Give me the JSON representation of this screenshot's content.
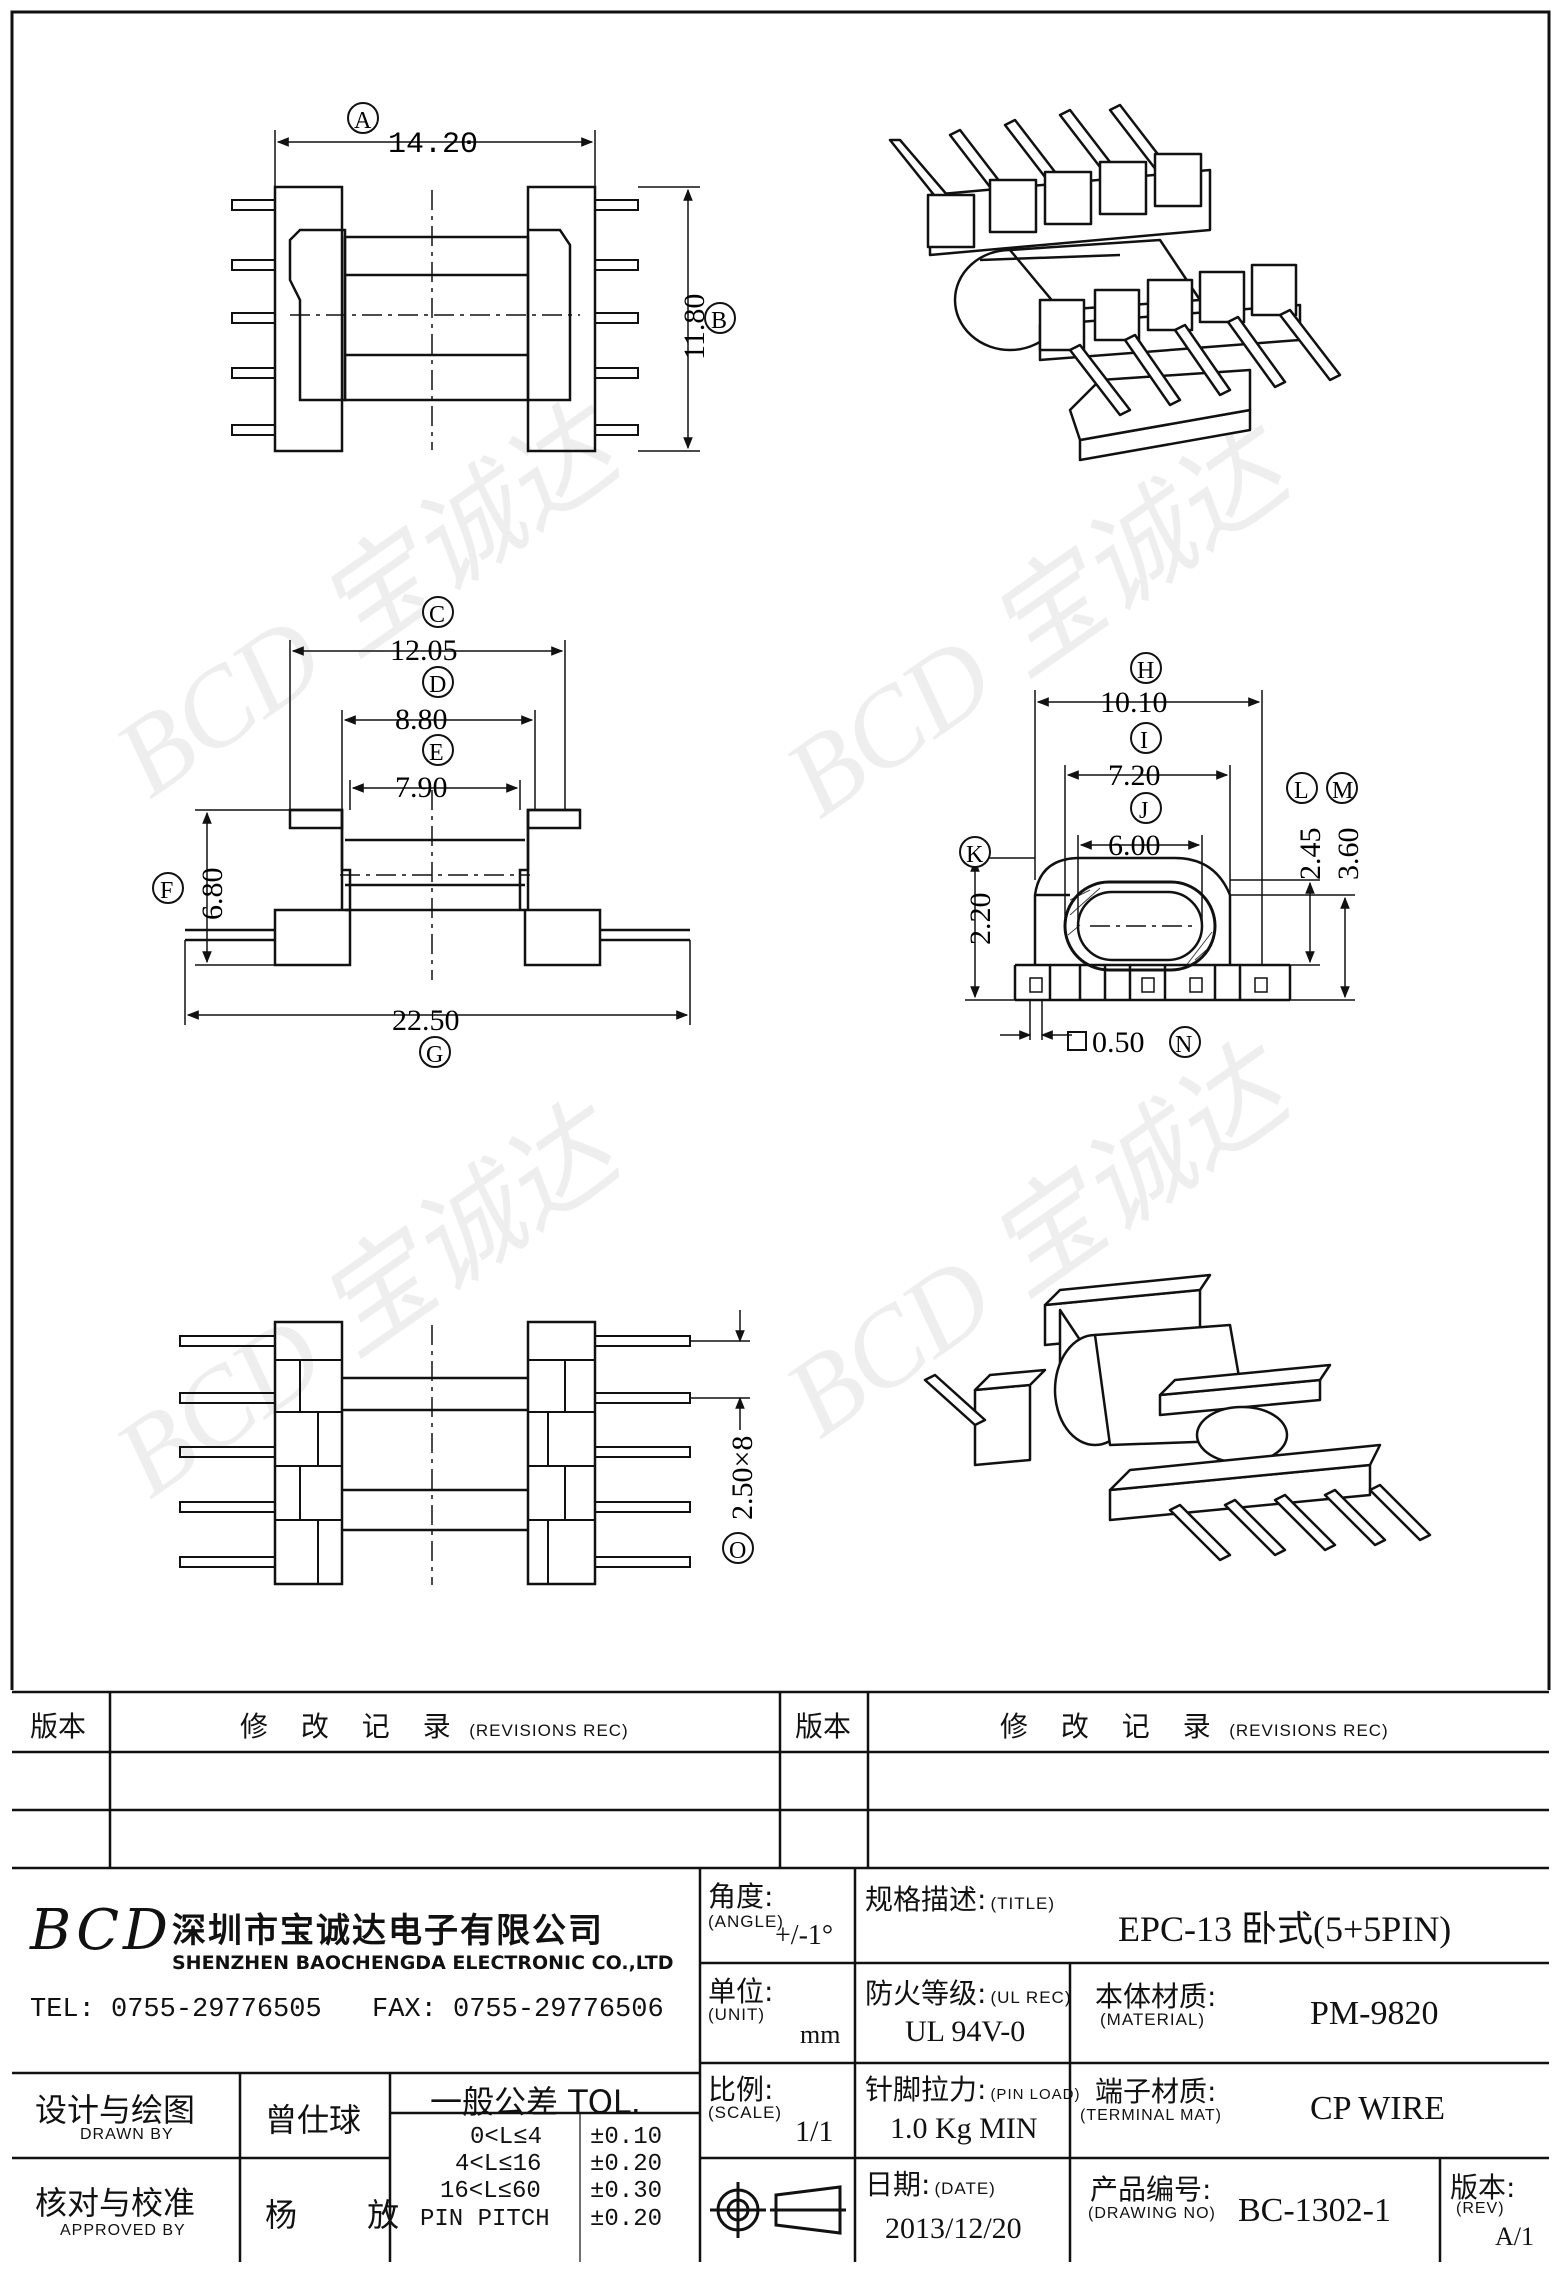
{
  "dimensions": {
    "A": "14.20",
    "B": "11.80",
    "C": "12.05",
    "D": "8.80",
    "E": "7.90",
    "F": "6.80",
    "G": "22.50",
    "H": "10.10",
    "I": "7.20",
    "J": "6.00",
    "K": "2.20",
    "L": "2.45",
    "M": "3.60",
    "N": "0.50",
    "O": "2.50×8"
  },
  "letters": [
    "A",
    "B",
    "C",
    "D",
    "E",
    "F",
    "G",
    "H",
    "I",
    "J",
    "K",
    "L",
    "M",
    "N",
    "O"
  ],
  "watermark": "BCD 宝诚达",
  "revisions": {
    "col_version": "版本",
    "col_record": "修 改 记 录",
    "col_record_en": "(REVISIONS REC)"
  },
  "company": {
    "logo": "BCD",
    "name_cn": "深圳市宝诚达电子有限公司",
    "name_en": "SHENZHEN BAOCHENGDA ELECTRONIC CO.,LTD",
    "tel": "TEL: 0755-29776505",
    "fax": "FAX: 0755-29776506"
  },
  "angle": {
    "label": "角度:",
    "label_en": "(ANGLE)",
    "value": "+/-1°"
  },
  "title": {
    "label": "规格描述:",
    "label_en": "(TITLE)",
    "value": "EPC-13 卧式(5+5PIN)"
  },
  "unit": {
    "label": "单位:",
    "label_en": "(UNIT)",
    "value": "mm"
  },
  "ul": {
    "label": "防火等级:",
    "label_en": "(UL REC)",
    "value": "UL 94V-0"
  },
  "material": {
    "label": "本体材质:",
    "label_en": "(MATERIAL)",
    "value": "PM-9820"
  },
  "drawn": {
    "label": "设计与绘图",
    "label_en": "DRAWN BY",
    "name": "曾仕球"
  },
  "tolerance": {
    "title": "一般公差 TOL.",
    "rows": [
      {
        "range": "0<L≤4",
        "tol": "±0.10"
      },
      {
        "range": "4<L≤16",
        "tol": "±0.20"
      },
      {
        "range": "16<L≤60",
        "tol": "±0.30"
      },
      {
        "range": "PIN PITCH",
        "tol": "±0.20"
      }
    ]
  },
  "scale": {
    "label": "比例:",
    "label_en": "(SCALE)",
    "value": "1/1"
  },
  "pinload": {
    "label": "针脚拉力:",
    "label_en": "(PIN LOAD)",
    "value": "1.0 Kg MIN"
  },
  "terminal": {
    "label": "端子材质:",
    "label_en": "(TERMINAL MAT)",
    "value": "CP WIRE"
  },
  "approved": {
    "label": "核对与校准",
    "label_en": "APPROVED BY",
    "name": "杨 放"
  },
  "date": {
    "label": "日期:",
    "label_en": "(DATE)",
    "value": "2013/12/20"
  },
  "drawing_no": {
    "label": "产品编号:",
    "label_en": "(DRAWING NO)",
    "value": "BC-1302-1"
  },
  "rev": {
    "label": "版本:",
    "label_en": "(REV)",
    "value": "A/1"
  }
}
